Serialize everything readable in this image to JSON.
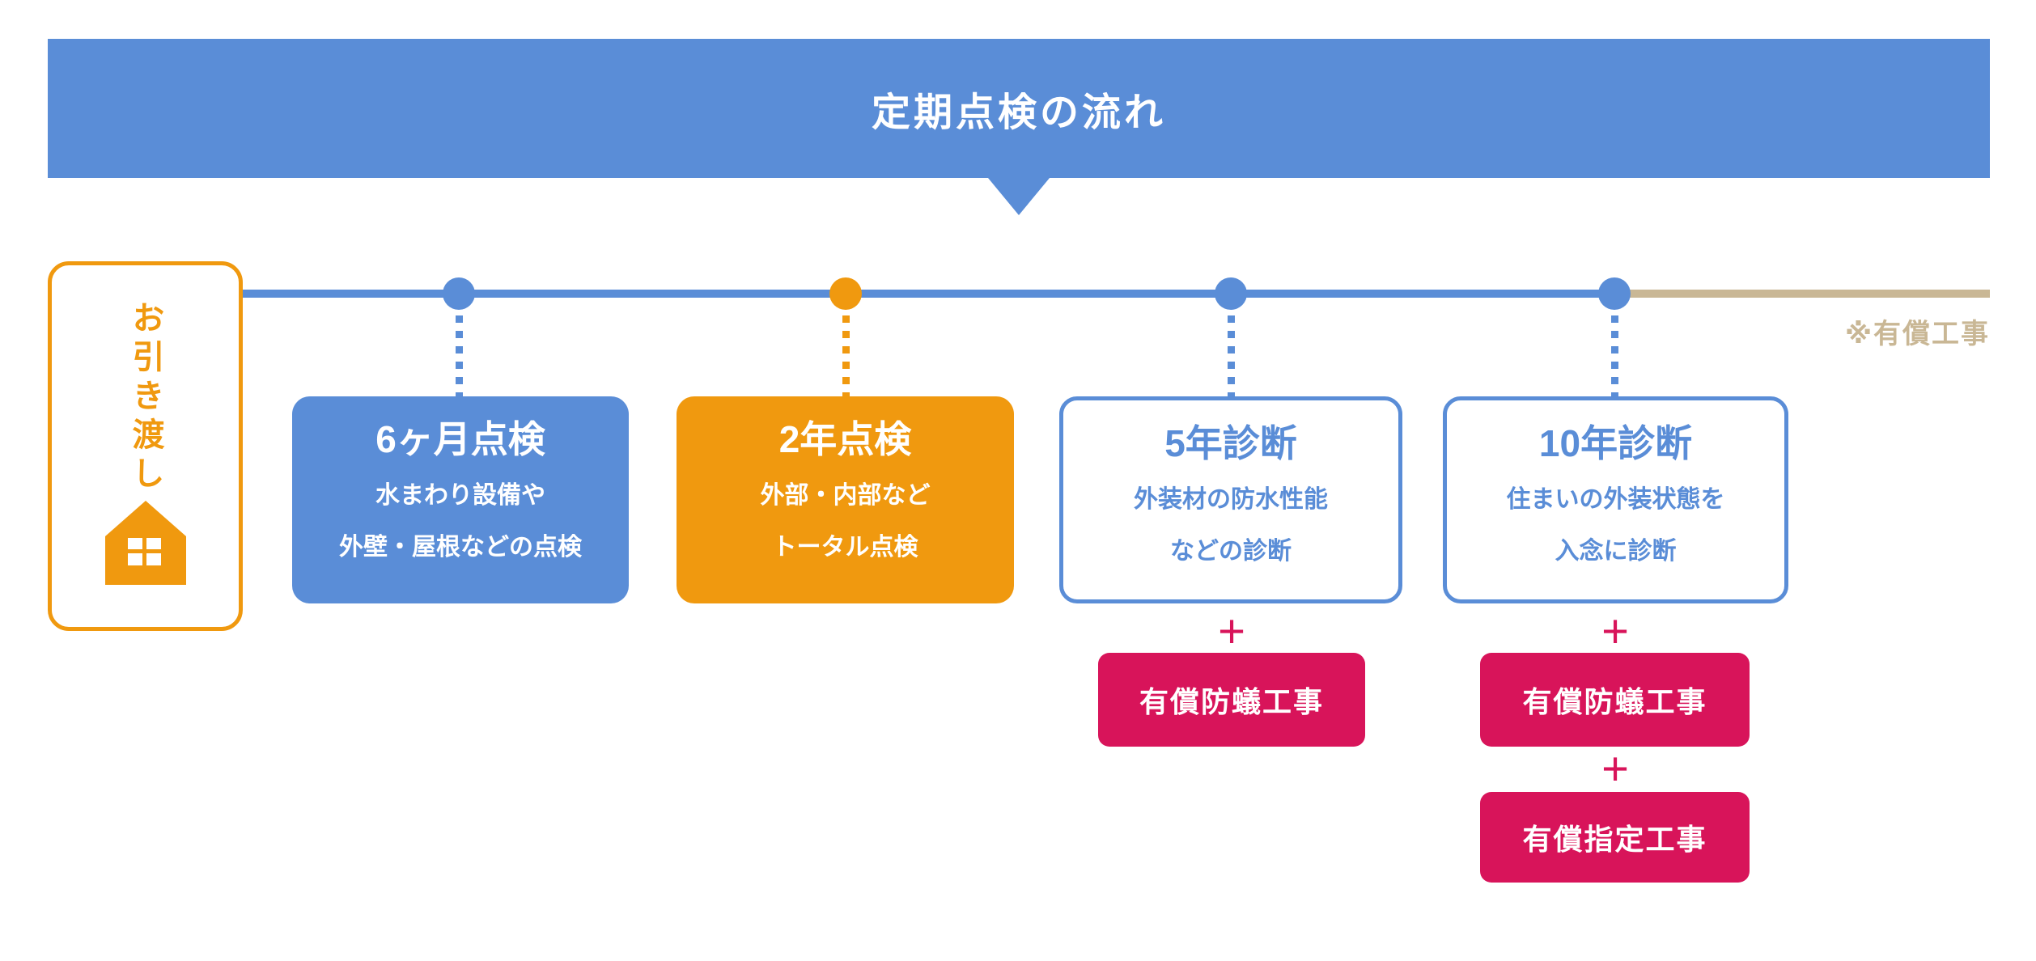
{
  "banner": {
    "title": "定期点検の流れ"
  },
  "timeline": {
    "paid_note": "※有償工事"
  },
  "handover": {
    "label": "お引き渡し",
    "icon": "house-icon"
  },
  "plus_sign": "+",
  "milestones": [
    {
      "title": "6ヶ月点検",
      "lines": [
        "水まわり設備や",
        "外壁・屋根などの点検"
      ],
      "style": "blue-filled",
      "marker_color": "#5a8dd7"
    },
    {
      "title": "2年点検",
      "lines": [
        "外部・内部など",
        "トータル点検"
      ],
      "style": "orange-filled",
      "marker_color": "#f0990f"
    },
    {
      "title": "5年診断",
      "lines": [
        "外装材の防水性能",
        "などの診断"
      ],
      "style": "blue-outline",
      "marker_color": "#5a8dd7",
      "paid_works": [
        "有償防蟻工事"
      ]
    },
    {
      "title": "10年診断",
      "lines": [
        "住まいの外装状態を",
        "入念に診断"
      ],
      "style": "blue-outline",
      "marker_color": "#5a8dd7",
      "paid_works": [
        "有償防蟻工事",
        "有償指定工事"
      ]
    }
  ],
  "colors": {
    "blue": "#5a8dd7",
    "orange": "#f0990f",
    "crimson": "#d8145a",
    "tan": "#c9b795"
  }
}
